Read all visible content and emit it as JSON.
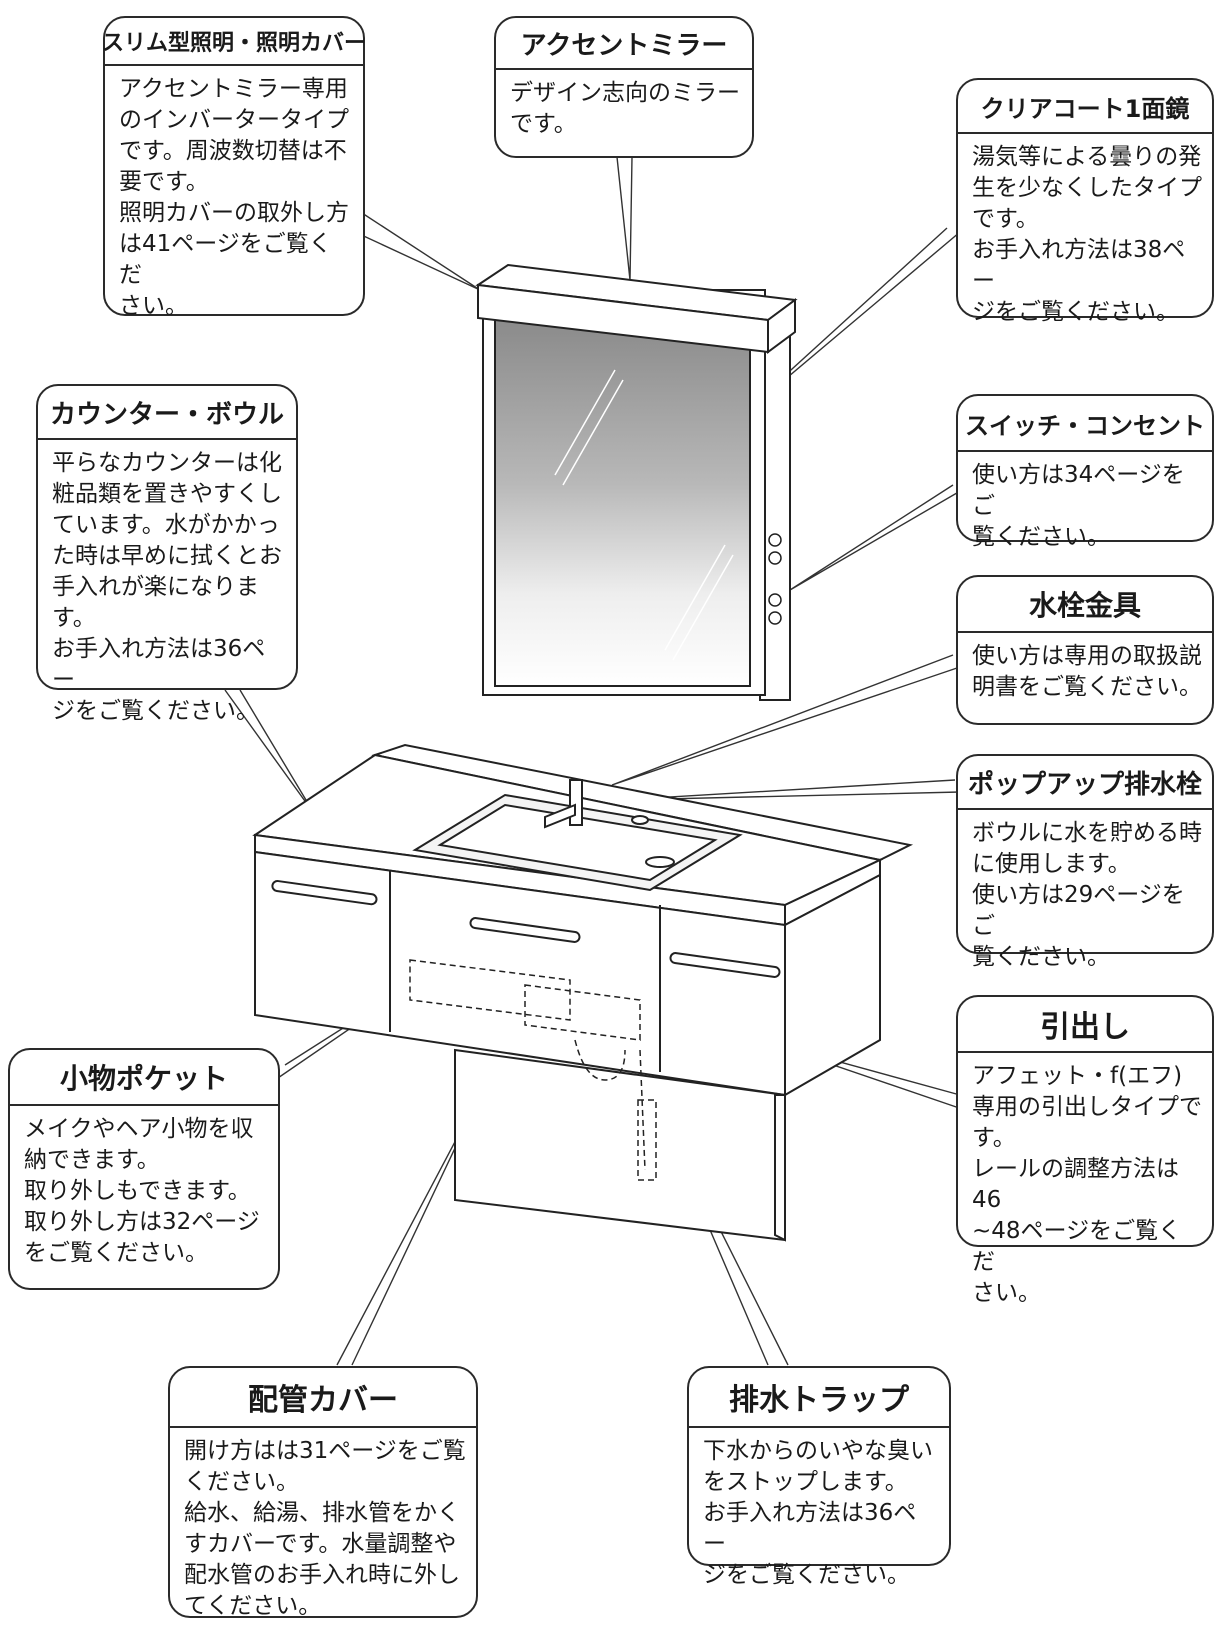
{
  "callouts": {
    "slim_light": {
      "title": "スリム型照明・照明カバー",
      "body": "アクセントミラー専用\nのインバータータイプ\nです。周波数切替は不\n要です。\n照明カバーの取外し方\nは41ページをご覧くだ\nさい。"
    },
    "accent_mirror": {
      "title": "アクセントミラー",
      "body": "デザイン志向のミラー\nです。"
    },
    "clear_coat": {
      "title": "クリアコート1面鏡",
      "body": "湯気等による曇りの発\n生を少なくしたタイプ\nです。\nお手入れ方法は38ペー\nジをご覧ください。"
    },
    "counter_bowl": {
      "title": "カウンター・ボウル",
      "body": "平らなカウンターは化\n粧品類を置きやすくし\nています。水がかかっ\nた時は早めに拭くとお\n手入れが楽になります。\nお手入れ方法は36ペー\nジをご覧ください。"
    },
    "switch_outlet": {
      "title": "スイッチ・コンセント",
      "body": "使い方は34ページをご\n覧ください。"
    },
    "faucet": {
      "title": "水栓金具",
      "body": "使い方は専用の取扱説\n明書をご覧ください。"
    },
    "popup_drain": {
      "title": "ポップアップ排水栓",
      "body": "ボウルに水を貯める時\nに使用します。\n使い方は29ページをご\n覧ください。"
    },
    "drawer": {
      "title": "引出し",
      "body": "アフェット・f(エフ)\n専用の引出しタイプで\nす。\nレールの調整方法は46\n~48ページをご覧くだ\nさい。"
    },
    "small_pocket": {
      "title": "小物ポケット",
      "body": "メイクやヘア小物を収\n納できます。\n取り外しもできます。\n取り外し方は32ページ\nをご覧ください。"
    },
    "pipe_cover": {
      "title": "配管カバー",
      "body": "開け方はは31ページをご覧\nください。\n給水、給湯、排水管をかく\nすカバーです。水量調整や\n配水管のお手入れ時に外し\nてください。"
    },
    "drain_trap": {
      "title": "排水トラップ",
      "body": "下水からのいやな臭い\nをストップします。\nお手入れ方法は36ペー\nジをご覧ください。"
    }
  }
}
